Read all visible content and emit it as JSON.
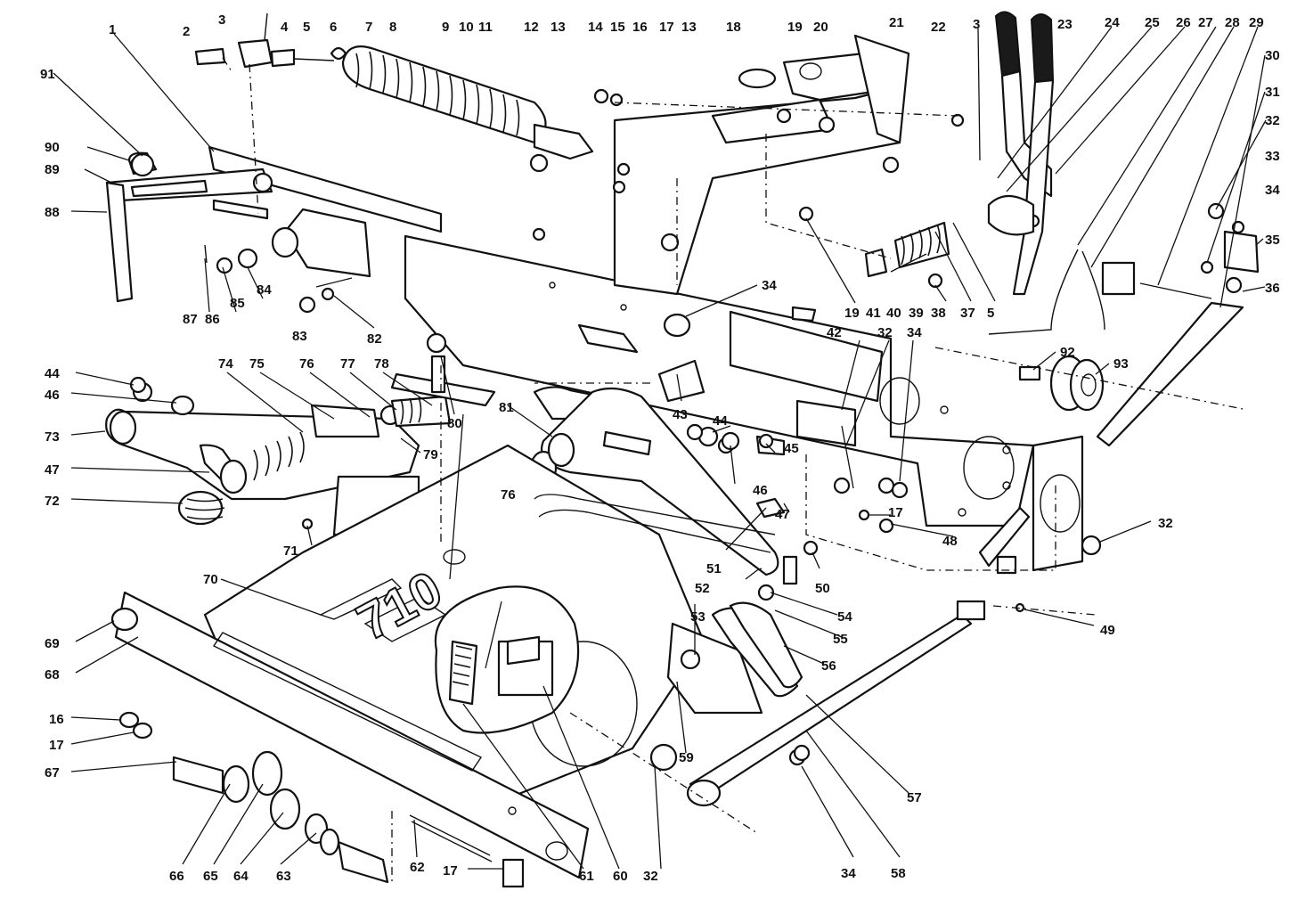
{
  "diagram": {
    "callouts": [
      "1",
      "2",
      "3",
      "4",
      "5",
      "6",
      "7",
      "8",
      "9",
      "10",
      "11",
      "12",
      "13",
      "14",
      "15",
      "16",
      "17",
      "13",
      "18",
      "19",
      "20",
      "21",
      "22",
      "3",
      "23",
      "24",
      "25",
      "26",
      "27",
      "28",
      "29",
      "30",
      "31",
      "32",
      "33",
      "34",
      "35",
      "36",
      "91",
      "90",
      "89",
      "88",
      "87",
      "86",
      "85",
      "84",
      "83",
      "82",
      "34",
      "19",
      "41",
      "40",
      "39",
      "38",
      "37",
      "5",
      "92",
      "93",
      "44",
      "46",
      "74",
      "75",
      "76",
      "77",
      "78",
      "80",
      "73",
      "47",
      "72",
      "79",
      "71",
      "81",
      "43",
      "44",
      "45",
      "46",
      "42",
      "32",
      "34",
      "17",
      "48",
      "47",
      "50",
      "70",
      "51",
      "52",
      "53",
      "54",
      "55",
      "56",
      "69",
      "68",
      "76",
      "59",
      "16",
      "17",
      "67",
      "57",
      "66",
      "65",
      "64",
      "63",
      "62",
      "17",
      "61",
      "60",
      "32",
      "34",
      "58",
      "32",
      "49"
    ],
    "stamp": "710"
  }
}
